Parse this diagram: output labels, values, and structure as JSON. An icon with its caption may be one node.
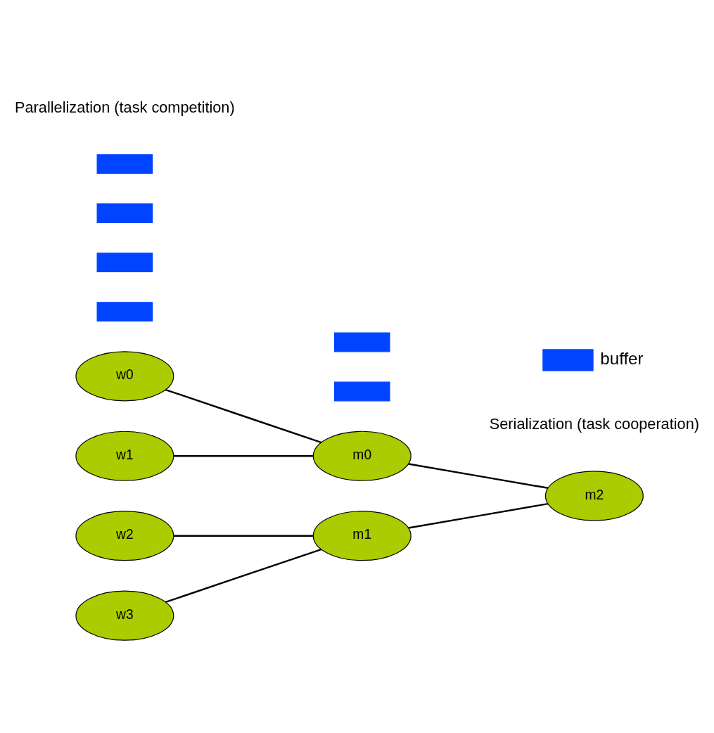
{
  "diagram": {
    "nodes": [
      {
        "text": [
          "w0"
        ]
      },
      {
        "text": [
          "w1"
        ]
      },
      {
        "text": [
          "w2"
        ]
      },
      {
        "text": [
          "w3"
        ]
      },
      {
        "text": [
          "m0"
        ]
      },
      {
        "text": [
          "m1"
        ]
      },
      {
        "text": [
          "m2"
        ]
      },
      {
        "text": [],
        "shape": "box"
      },
      {
        "text": [],
        "shape": "box"
      },
      {
        "text": [],
        "shape": "box"
      },
      {
        "text": [],
        "shape": "box"
      },
      {
        "text": [],
        "shape": "box"
      },
      {
        "text": [],
        "shape": "box"
      }
    ],
    "edges": [
      {
        "from": 0,
        "to": 4,
        "arrow": "none"
      },
      {
        "from": 1,
        "to": 4,
        "arrow": "none"
      },
      {
        "from": 2,
        "to": 5,
        "arrow": "none"
      },
      {
        "from": 3,
        "to": 5,
        "arrow": "none"
      },
      {
        "from": 4,
        "to": 6,
        "arrow": "none"
      },
      {
        "from": 5,
        "to": 6,
        "arrow": "none"
      }
    ],
    "labels": [
      "Parallelization (task competition)",
      "Serialization (task cooperation)"
    ],
    "legend": [
      {
        "text": "buffer",
        "color": "#0044ff"
      }
    ]
  }
}
